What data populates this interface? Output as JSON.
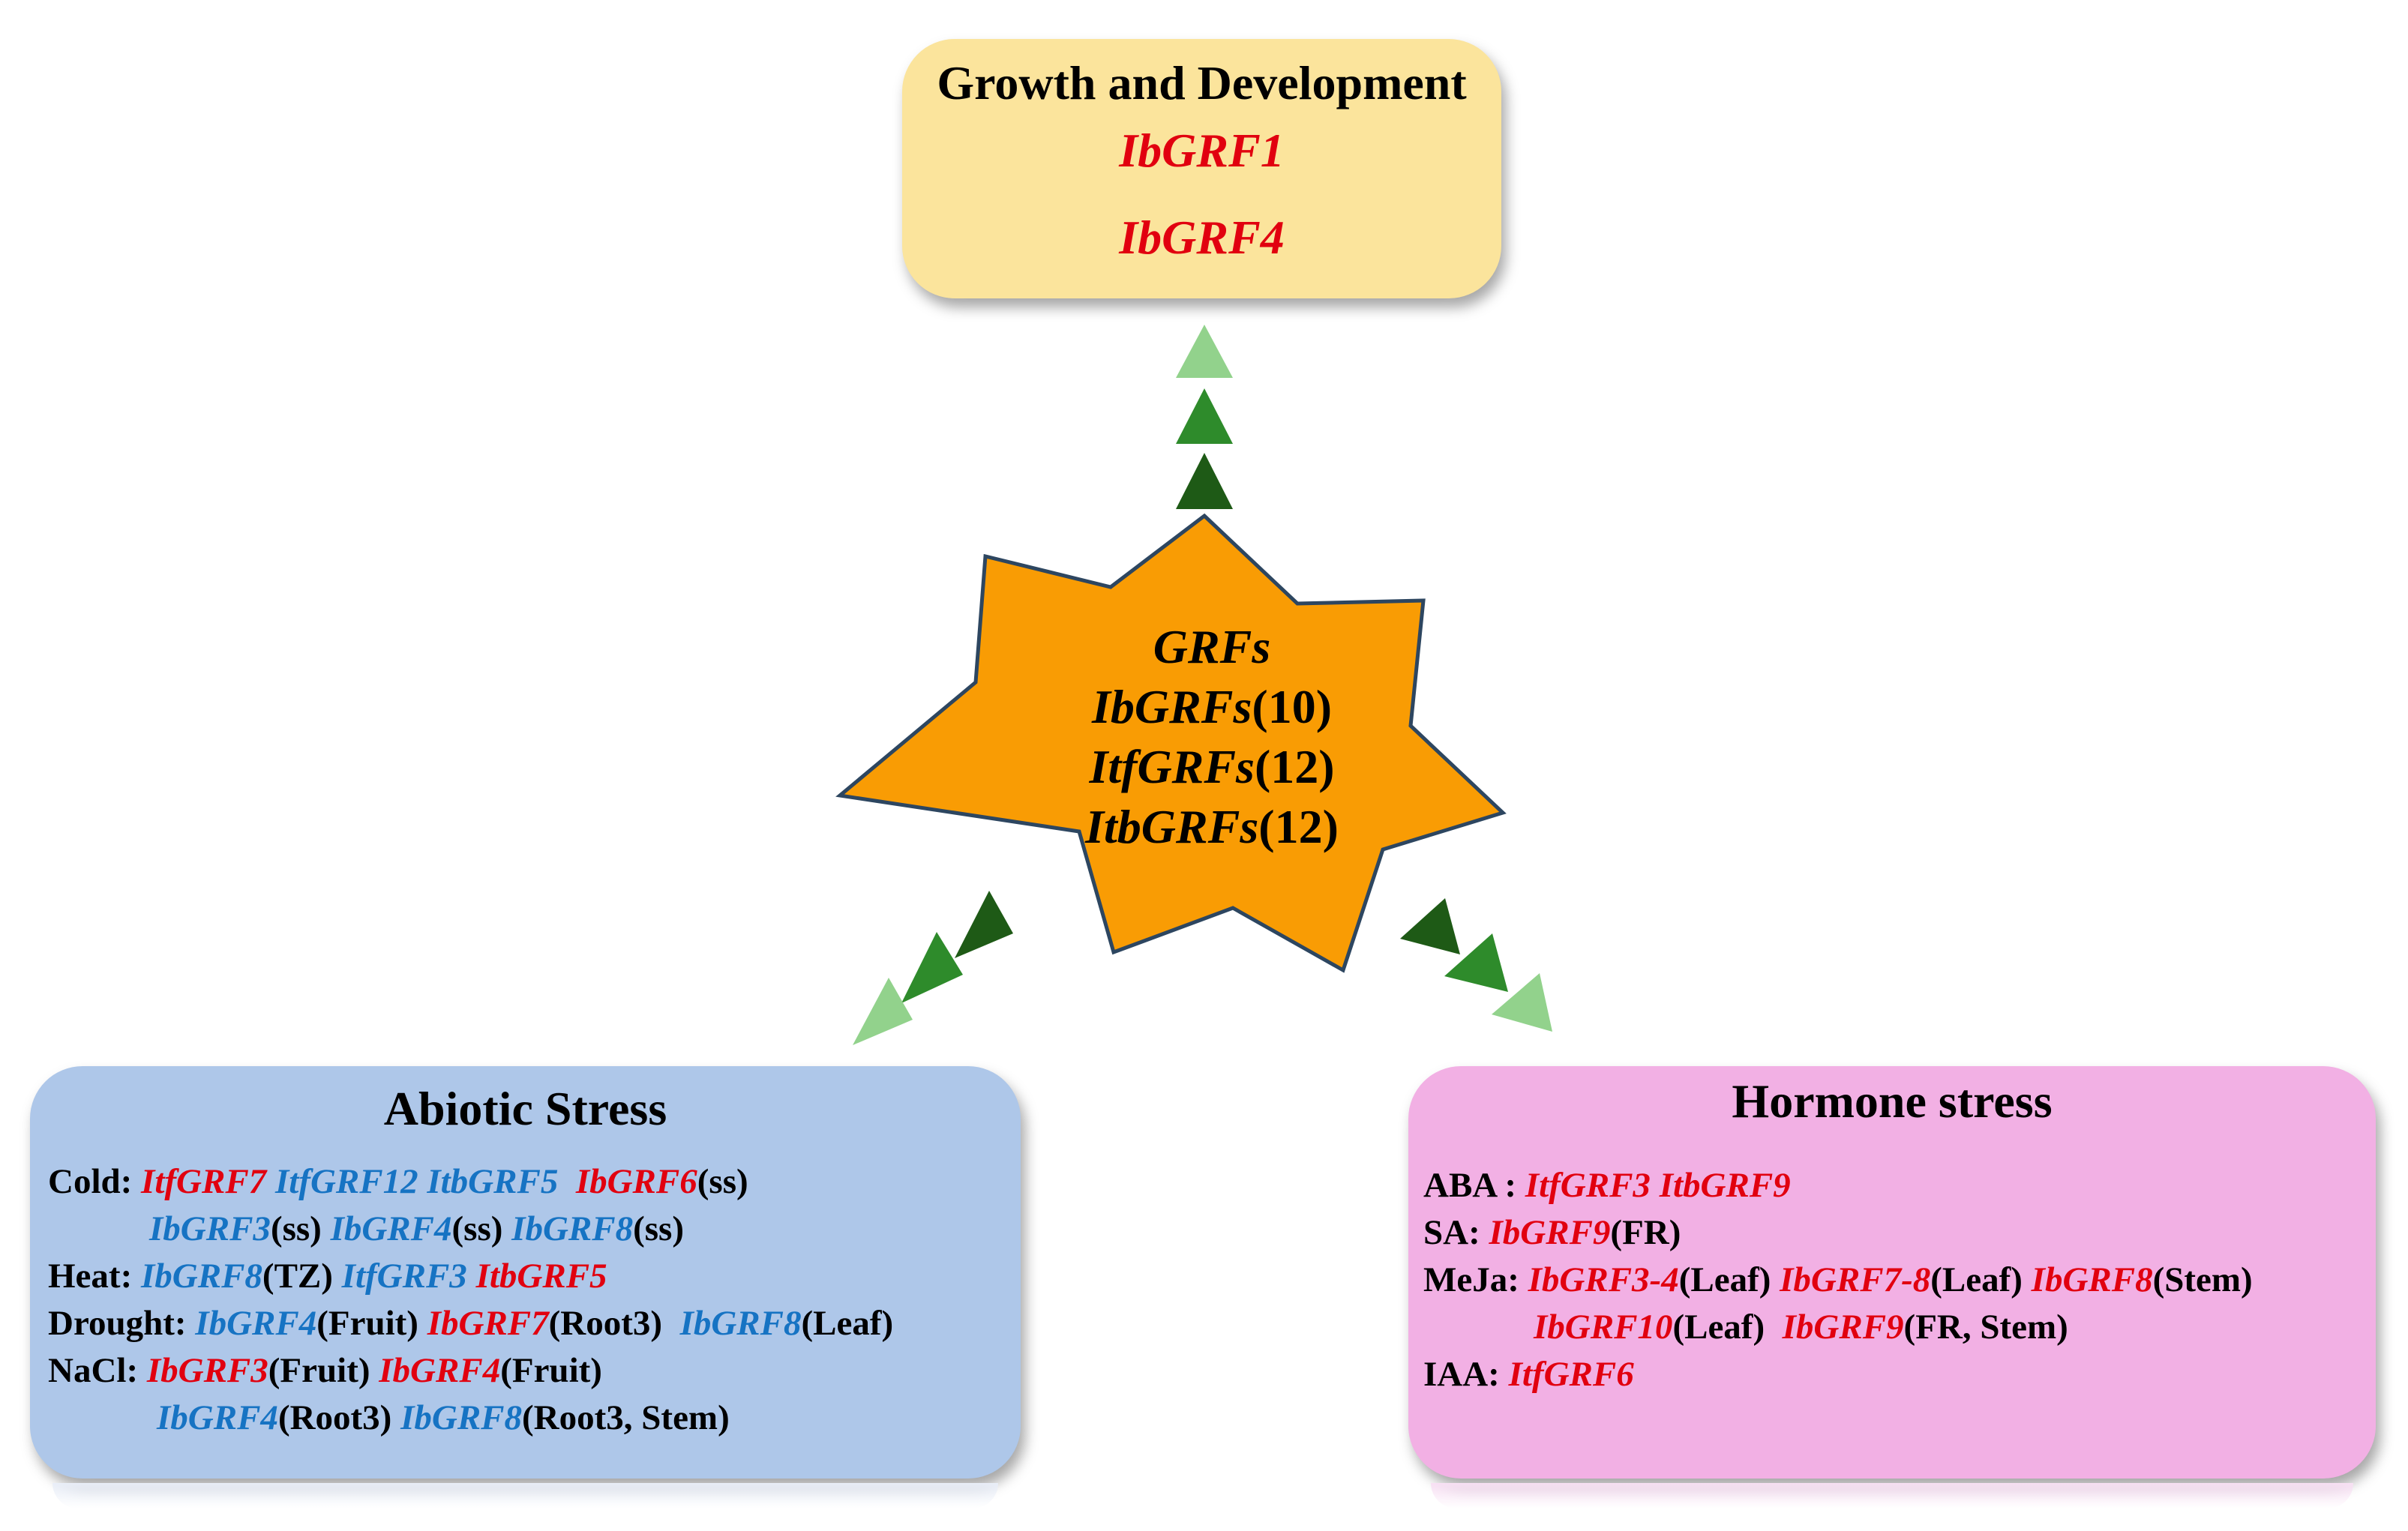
{
  "center": {
    "line1": "GRFs",
    "line2_gene": "IbGRFs",
    "line2_count": "(10)",
    "line3_gene": "ItfGRFs",
    "line3_count": "(12)",
    "line4_gene": "ItbGRFs",
    "line4_count": "(12)"
  },
  "growth": {
    "title": "Growth and Development",
    "genes": [
      "IbGRF1",
      "IbGRF4"
    ]
  },
  "abiotic": {
    "title": "Abiotic Stress",
    "cold_label": "Cold:",
    "cold_g1": "ItfGRF7",
    "cold_g2": "ItfGRF12",
    "cold_g3": "ItbGRF5",
    "cold_g4": "IbGRF6",
    "cold_t4": "(ss)",
    "cold_g5": "IbGRF3",
    "cold_t5": "(ss)",
    "cold_g6": "IbGRF4",
    "cold_t6": "(ss)",
    "cold_g7": "IbGRF8",
    "cold_t7": "(ss)",
    "heat_label": "Heat:",
    "heat_g1": "IbGRF8",
    "heat_t1": "(TZ)",
    "heat_g2": "ItfGRF3",
    "heat_g3": "ItbGRF5",
    "drought_label": "Drought:",
    "drought_g1": "IbGRF4",
    "drought_t1": "(Fruit)",
    "drought_g2": "IbGRF7",
    "drought_t2": "(Root3)",
    "drought_g3": "IbGRF8",
    "drought_t3": "(Leaf)",
    "nacl_label": "NaCl:",
    "nacl_g1": "IbGRF3",
    "nacl_t1": "(Fruit)",
    "nacl_g2": "IbGRF4",
    "nacl_t2": "(Fruit)",
    "nacl_g3": "IbGRF4",
    "nacl_t3": "(Root3)",
    "nacl_g4": "IbGRF8",
    "nacl_t4": "(Root3, Stem)"
  },
  "hormone": {
    "title": "Hormone stress",
    "aba_label": "ABA :",
    "aba_g1": "ItfGRF3",
    "aba_g2": "ItbGRF9",
    "sa_label": "SA:",
    "sa_g1": "IbGRF9",
    "sa_t1": "(FR)",
    "meja_label": "MeJa:",
    "meja_g1": "IbGRF3-4",
    "meja_t1": "(Leaf)",
    "meja_g2": "IbGRF7-8",
    "meja_t2": "(Leaf)",
    "meja_g3": "IbGRF8",
    "meja_t3": "(Stem)",
    "meja_g4": "IbGRF10",
    "meja_t4": "(Leaf)",
    "meja_g5": "IbGRF9",
    "meja_t5": "(FR, Stem)",
    "iaa_label": "IAA:",
    "iaa_g1": "ItfGRF6"
  },
  "colors": {
    "star_fill": "#f99c04",
    "star_stroke": "#2d4660",
    "arrow_dark": "#1e5a16",
    "arrow_mid": "#2e8b2b",
    "arrow_light": "#92d28c",
    "gene_red": "#e1000f",
    "gene_blue": "#1673c3",
    "growth_box": "#fbe49c",
    "abiotic_box": "#aec7e9",
    "hormone_box": "#f2b0e4"
  }
}
